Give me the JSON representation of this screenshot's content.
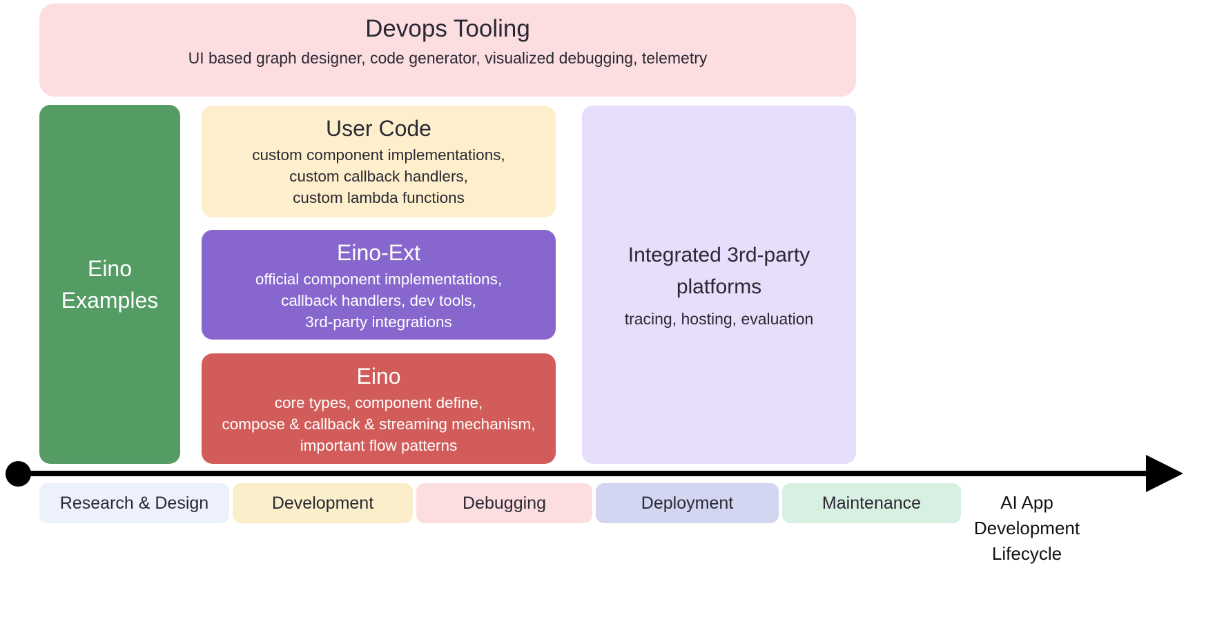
{
  "diagram": {
    "devops_tooling": {
      "title": "Devops Tooling",
      "subtitle": "UI based graph designer, code generator, visualized debugging, telemetry",
      "bg": "#fcdee1"
    },
    "eino_examples": {
      "title": "Eino Examples",
      "bg": "#549b64"
    },
    "user_code": {
      "title": "User Code",
      "lines": [
        "custom component implementations,",
        "custom callback handlers,",
        "custom lambda functions"
      ],
      "bg": "#fdefcc"
    },
    "eino_ext": {
      "title": "Eino-Ext",
      "lines": [
        "official component implementations,",
        "callback handlers, dev tools,",
        "3rd-party integrations"
      ],
      "bg": "#8767ce"
    },
    "eino_core": {
      "title": "Eino",
      "lines": [
        "core types, component define,",
        "compose & callback & streaming mechanism,",
        "important flow patterns"
      ],
      "bg": "#d15c59"
    },
    "third_party_platforms": {
      "title": "Integrated 3rd-party platforms",
      "subtitle": "tracing, hosting, evaluation",
      "bg": "#e7defb"
    },
    "lifecycle": {
      "arrow_color": "#000000",
      "stages": [
        {
          "label": "Research & Design",
          "bg": "#edf1fb"
        },
        {
          "label": "Development",
          "bg": "#fbeeca"
        },
        {
          "label": "Debugging",
          "bg": "#fcdde0"
        },
        {
          "label": "Deployment",
          "bg": "#d2d6f1"
        },
        {
          "label": "Maintenance",
          "bg": "#d8f0e2"
        }
      ],
      "axis_label_lines": [
        "AI App",
        "Development",
        "Lifecycle"
      ]
    }
  }
}
